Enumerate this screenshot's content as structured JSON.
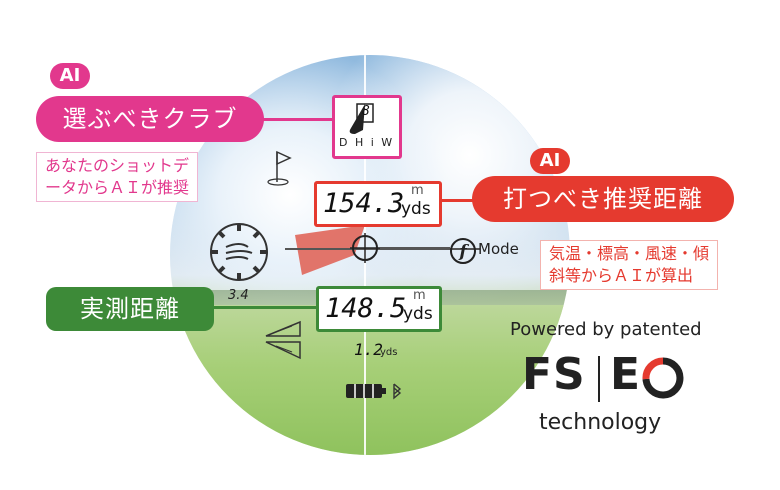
{
  "viewfinder": {
    "club_letters": "D H i W",
    "club_number": "8",
    "recommended_distance": {
      "value": "154.3",
      "unit_m": "m",
      "unit_yds": "yds"
    },
    "measured_distance": {
      "value": "148.5",
      "unit_m": "m",
      "unit_yds": "yds"
    },
    "wind_value": "3.4",
    "slope_value": "1.2",
    "slope_unit": "yds",
    "mode_label": "Mode"
  },
  "callouts": {
    "club": {
      "badge": "AI",
      "title": "選ぶべきクラブ",
      "note_line1": "あなたのショットデ",
      "note_line2": "ータからＡＩが推奨"
    },
    "distance": {
      "badge": "AI",
      "title": "打つべき推奨距離",
      "note_line1": "気温・標高・風速・傾",
      "note_line2": "斜等からＡＩが算出"
    },
    "measured": {
      "title": "実測距離"
    }
  },
  "branding": {
    "powered_by": "Powered by patented",
    "logo_fs": "FS",
    "logo_e": "E",
    "technology": "technology"
  },
  "colors": {
    "pink": "#e2388d",
    "red": "#e53a2f",
    "green": "#3d8a38"
  }
}
